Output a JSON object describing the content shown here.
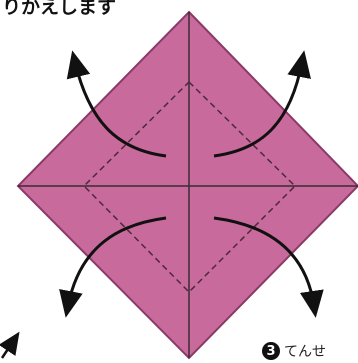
{
  "header": {
    "partial_text": "りかえします"
  },
  "step": {
    "number": "3",
    "text": "てんせ"
  },
  "colors": {
    "paper_fill": "#c96a9c",
    "paper_edge": "#8a3a66",
    "crease": "#3a2a35",
    "arrow": "#111111"
  }
}
